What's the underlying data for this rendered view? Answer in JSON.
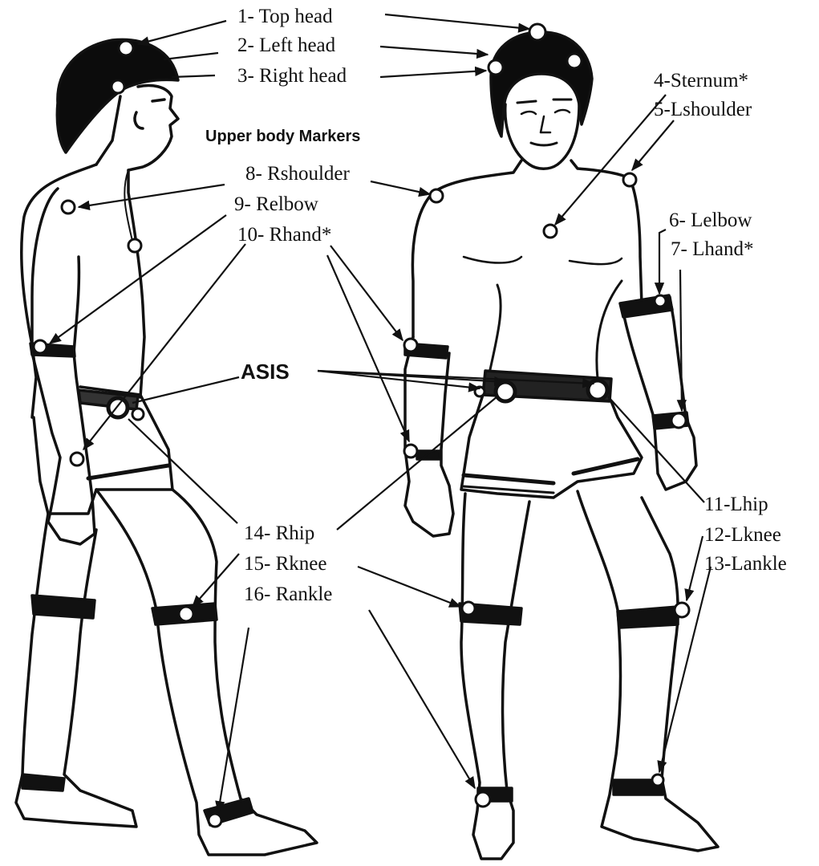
{
  "labels": {
    "top_head": "1- Top head",
    "left_head": "2- Left head",
    "right_head": "3- Right head",
    "sternum": "4-Sternum*",
    "lshoulder": "5-Lshoulder",
    "lelbow": "6- Lelbow",
    "lhand": "7- Lhand*",
    "rshoulder": "8- Rshoulder",
    "relbow": "9- Relbow",
    "rhand": "10- Rhand*",
    "lhip": "11-Lhip",
    "lknee": "12-Lknee",
    "lankle": "13-Lankle",
    "rhip": "14- Rhip",
    "rknee": "15- Rknee",
    "rankle": "16- Rankle",
    "upper_body_heading": "Upper body Markers",
    "asis": "ASIS"
  },
  "colors": {
    "ink": "#111111",
    "hair": "#0c0c0c",
    "background": "#ffffff",
    "marker_fill": "#ffffff"
  }
}
